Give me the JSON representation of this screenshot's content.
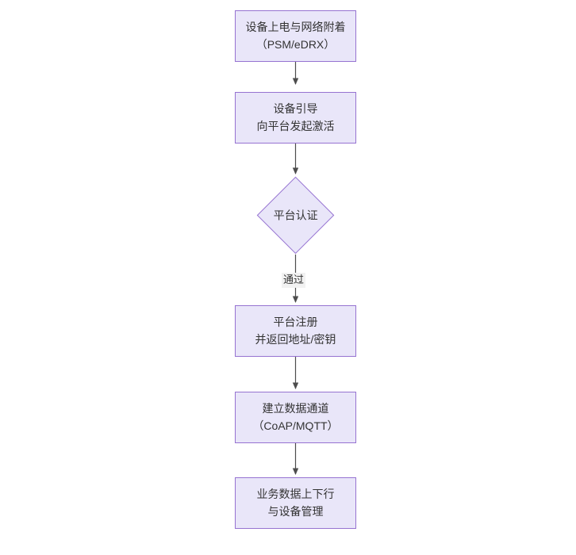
{
  "diagram": {
    "type": "flowchart",
    "orientation": "top-to-bottom",
    "theme": {
      "node_fill": "#e9e6f9",
      "node_border": "#9673d1",
      "text_color": "#333333",
      "arrow_color": "#4d4d4d",
      "edge_label_background": "#f2f2f2",
      "canvas_background": "#ffffff"
    },
    "nodes": [
      {
        "id": "power-on",
        "shape": "rectangle",
        "line1": "设备上电与网络附着",
        "line2": "（PSM/eDRX）"
      },
      {
        "id": "bootstrap",
        "shape": "rectangle",
        "line1": "设备引导",
        "line2": "向平台发起激活"
      },
      {
        "id": "platform-auth",
        "shape": "diamond",
        "line1": "平台认证"
      },
      {
        "id": "platform-register",
        "shape": "rectangle",
        "line1": "平台注册",
        "line2": "并返回地址/密钥"
      },
      {
        "id": "data-channel",
        "shape": "rectangle",
        "line1": "建立数据通道",
        "line2": "（CoAP/MQTT）"
      },
      {
        "id": "service-data",
        "shape": "rectangle",
        "line1": "业务数据上下行",
        "line2": "与设备管理"
      }
    ],
    "edges": [
      {
        "id": "e1",
        "from": "power-on",
        "to": "bootstrap",
        "label": ""
      },
      {
        "id": "e2",
        "from": "bootstrap",
        "to": "platform-auth",
        "label": ""
      },
      {
        "id": "e3",
        "from": "platform-auth",
        "to": "platform-register",
        "label": "通过"
      },
      {
        "id": "e4",
        "from": "platform-register",
        "to": "data-channel",
        "label": ""
      },
      {
        "id": "e5",
        "from": "data-channel",
        "to": "service-data",
        "label": ""
      }
    ]
  }
}
